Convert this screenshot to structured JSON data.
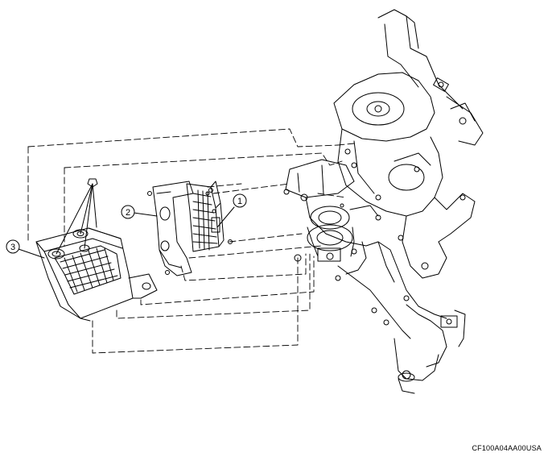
{
  "diagram": {
    "callouts": [
      {
        "id": "callout-1",
        "label": "1"
      },
      {
        "id": "callout-2",
        "label": "2"
      },
      {
        "id": "callout-3",
        "label": "3"
      }
    ],
    "figure_code": "CF100A04AA00USA"
  }
}
